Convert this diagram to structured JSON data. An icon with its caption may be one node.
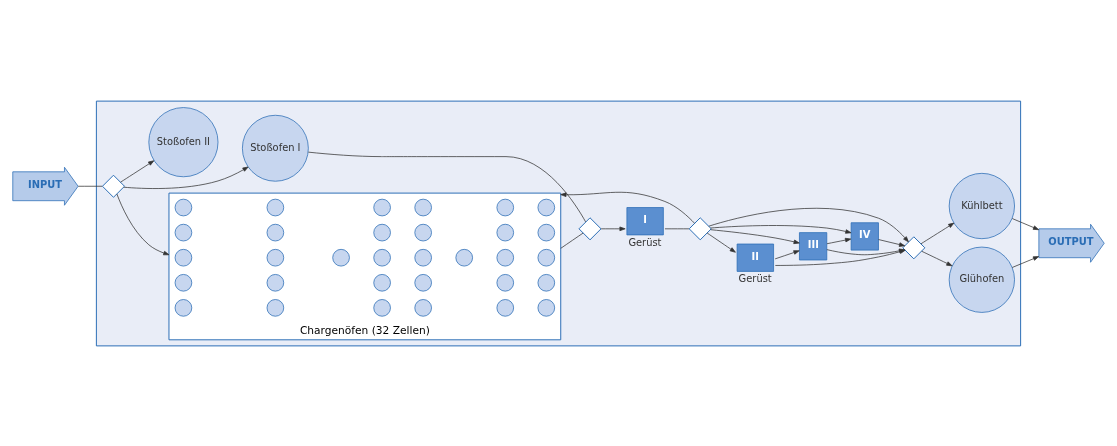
{
  "diagram": {
    "nodes": [
      {
        "text": [],
        "shape": "box"
      },
      {
        "text": [
          "INPUT"
        ]
      },
      {
        "text": [
          "OUTPUT"
        ]
      },
      {
        "text": [],
        "shape": "diamond",
        "in": 0
      },
      {
        "text": [
          "Chargenöfen (32 Zellen)"
        ],
        "in": 0
      },
      {
        "text": [
          "Stoßofen I"
        ],
        "in": 0
      },
      {
        "text": [
          "Stoßofen II"
        ],
        "in": 0
      },
      {
        "text": [],
        "shape": "diamond",
        "in": 0
      },
      {
        "text": [
          "I"
        ],
        "beside": [
          "Gerüst"
        ],
        "in": 0
      },
      {
        "text": [],
        "shape": "diamond",
        "in": 0
      },
      {
        "text": [
          "II"
        ],
        "beside": [
          "Gerüst"
        ],
        "in": 0
      },
      {
        "text": [
          "III"
        ],
        "in": 0
      },
      {
        "text": [
          "IV"
        ],
        "in": 0
      },
      {
        "text": [],
        "shape": "diamond",
        "in": 0
      },
      {
        "text": [
          "Glühofen"
        ],
        "in": 0
      },
      {
        "text": [
          "Kühlbett"
        ],
        "in": 0
      },
      {
        "text": [],
        "shape": "circle",
        "in": 4
      },
      {
        "text": [],
        "shape": "circle",
        "in": 4
      },
      {
        "text": [],
        "shape": "circle",
        "in": 4
      },
      {
        "text": [],
        "shape": "circle",
        "in": 4
      },
      {
        "text": [],
        "shape": "circle",
        "in": 4
      },
      {
        "text": [],
        "shape": "circle",
        "in": 4
      },
      {
        "text": [],
        "shape": "circle",
        "in": 4
      },
      {
        "text": [],
        "shape": "circle",
        "in": 4
      },
      {
        "text": [],
        "shape": "circle",
        "in": 4
      },
      {
        "text": [],
        "shape": "circle",
        "in": 4
      },
      {
        "text": [],
        "shape": "circle",
        "in": 4
      },
      {
        "text": [],
        "shape": "circle",
        "in": 4
      },
      {
        "text": [],
        "shape": "circle",
        "in": 4
      },
      {
        "text": [],
        "shape": "circle",
        "in": 4
      },
      {
        "text": [],
        "shape": "circle",
        "in": 4
      },
      {
        "text": [],
        "shape": "circle",
        "in": 4
      },
      {
        "text": [],
        "shape": "circle",
        "in": 4
      },
      {
        "text": [],
        "shape": "circle",
        "in": 4
      },
      {
        "text": [],
        "shape": "circle",
        "in": 4
      },
      {
        "text": [],
        "shape": "circle",
        "in": 4
      },
      {
        "text": [],
        "shape": "circle",
        "in": 4
      },
      {
        "text": [],
        "shape": "circle",
        "in": 4
      },
      {
        "text": [],
        "shape": "circle",
        "in": 4
      },
      {
        "text": [],
        "shape": "circle",
        "in": 4
      },
      {
        "text": [],
        "shape": "circle",
        "in": 4
      },
      {
        "text": [],
        "shape": "circle",
        "in": 4
      },
      {
        "text": [],
        "shape": "circle",
        "in": 4
      },
      {
        "text": [],
        "shape": "circle",
        "in": 4
      },
      {
        "text": [],
        "shape": "circle",
        "in": 4
      },
      {
        "text": [],
        "shape": "circle",
        "in": 4
      },
      {
        "text": [],
        "shape": "circle",
        "in": 4
      },
      {
        "text": [],
        "shape": "circle",
        "in": 4
      }
    ],
    "edges": [
      {
        "from": 1,
        "to": 3,
        "arrow": "none"
      },
      {
        "from": 3,
        "to": 4,
        "arrow": "to"
      },
      {
        "from": 3,
        "to": 5,
        "arrow": "to"
      },
      {
        "from": 3,
        "to": 6,
        "arrow": "to"
      },
      {
        "from": 4,
        "to": 7,
        "arrow": "none"
      },
      {
        "from": 5,
        "to": 7,
        "arrow": "none"
      },
      {
        "from": 7,
        "to": 8,
        "arrow": "to"
      },
      {
        "from": 8,
        "to": 9,
        "arrow": "none"
      },
      {
        "from": 9,
        "to": 4,
        "arrow": "to"
      },
      {
        "from": 9,
        "to": 13,
        "arrow": "to"
      },
      {
        "from": 9,
        "to": 10,
        "arrow": "to"
      },
      {
        "from": 9,
        "to": 11,
        "arrow": "to"
      },
      {
        "from": 9,
        "to": 12,
        "arrow": "to"
      },
      {
        "from": 10,
        "to": 11,
        "arrow": "to"
      },
      {
        "from": 11,
        "to": 12,
        "arrow": "to"
      },
      {
        "from": 10,
        "to": 13,
        "arrow": "to"
      },
      {
        "from": 11,
        "to": 13,
        "arrow": "to"
      },
      {
        "from": 12,
        "to": 13,
        "arrow": "to"
      },
      {
        "from": 13,
        "to": 14,
        "arrow": "to"
      },
      {
        "from": 13,
        "to": 15,
        "arrow": "to"
      },
      {
        "from": 14,
        "to": 2,
        "arrow": "to"
      },
      {
        "from": 15,
        "to": 2,
        "arrow": "to"
      }
    ]
  }
}
